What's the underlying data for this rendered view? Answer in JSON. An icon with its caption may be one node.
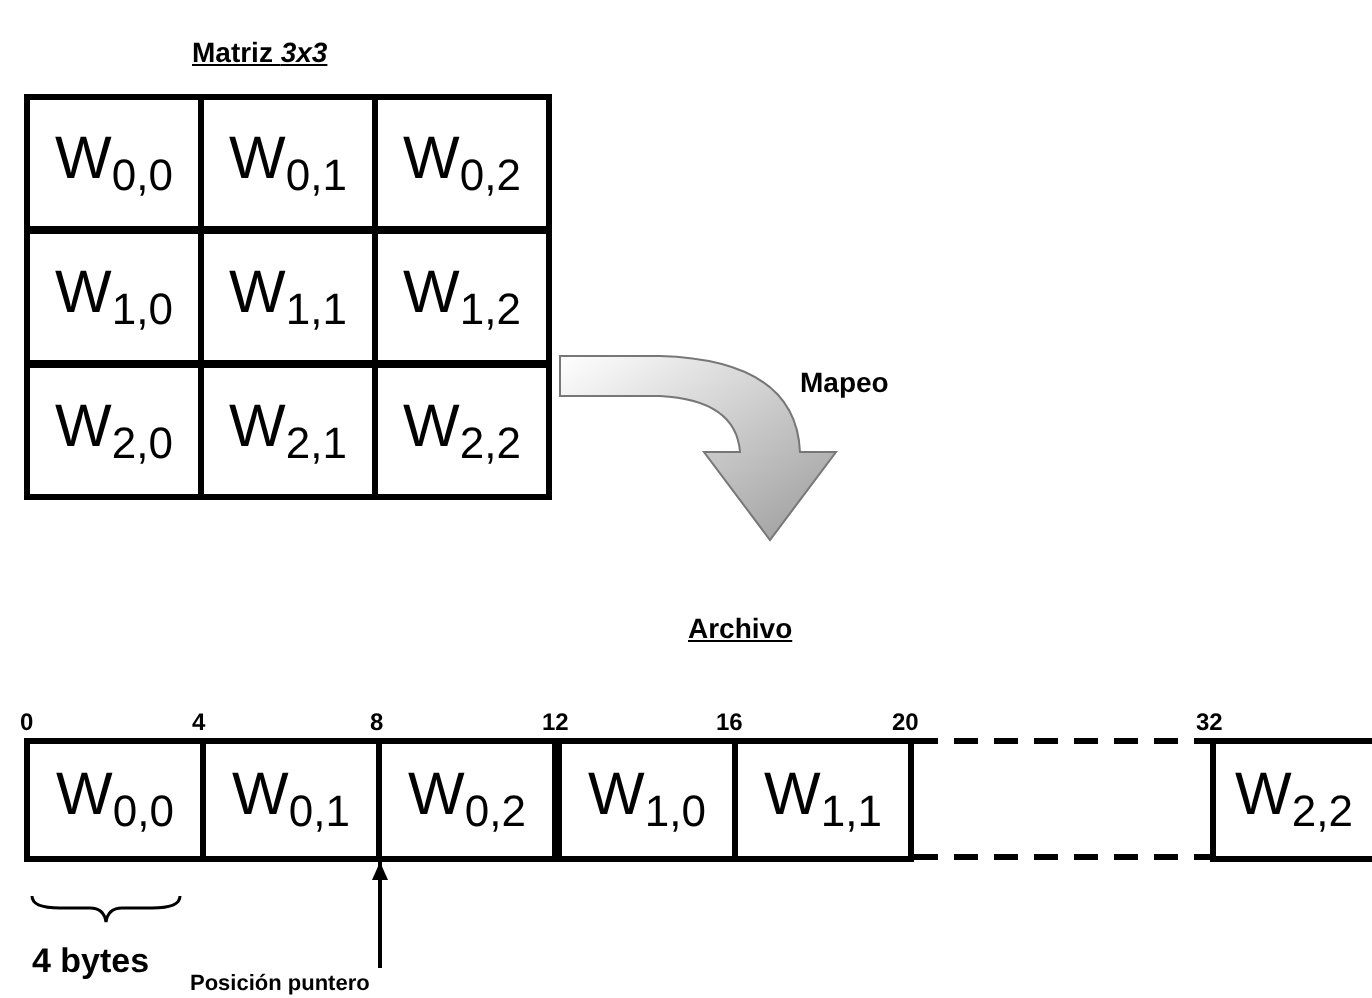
{
  "diagram": {
    "nodes": [
      {
        "text": [
          "Matriz *3x3*"
        ]
      },
      {
        "text": [
          "W$_{0,0}$"
        ],
        "in": 0
      },
      {
        "text": [
          "W$_{0,1}$"
        ],
        "in": 0
      },
      {
        "text": [
          "W$_{0,2}$"
        ],
        "in": 0
      },
      {
        "text": [
          "W$_{1,0}$"
        ],
        "in": 0
      },
      {
        "text": [
          "W$_{1,1}$"
        ],
        "in": 0
      },
      {
        "text": [
          "W$_{1,2}$"
        ],
        "in": 0
      },
      {
        "text": [
          "W$_{2,0}$"
        ],
        "in": 0
      },
      {
        "text": [
          "W$_{2,1}$"
        ],
        "in": 0
      },
      {
        "text": [
          "W$_{2,2}$"
        ],
        "in": 0
      },
      {
        "text": [
          "Archivo"
        ]
      },
      {
        "text": [
          "W$_{0,0}$"
        ],
        "in": 10
      },
      {
        "text": [
          "W$_{0,1}$"
        ],
        "in": 10
      },
      {
        "text": [
          "W$_{0,2}$"
        ],
        "in": 10
      },
      {
        "text": [
          "W$_{1,0}$"
        ],
        "in": 10
      },
      {
        "text": [
          "W$_{1,1}$"
        ],
        "in": 10
      },
      {
        "text": [
          "W$_{2,2}$"
        ],
        "in": 10
      },
      {
        "text": [
          "Posición puntero"
        ]
      }
    ],
    "edges": [
      {
        "from": 0,
        "to": 10,
        "arrow": "to",
        "label": "Mapeo"
      },
      {
        "from": 17,
        "to": 12,
        "arrow": "to"
      }
    ],
    "labels": [
      "0",
      "4",
      "8",
      "12",
      "16",
      "20",
      "32",
      "4 bytes"
    ]
  }
}
